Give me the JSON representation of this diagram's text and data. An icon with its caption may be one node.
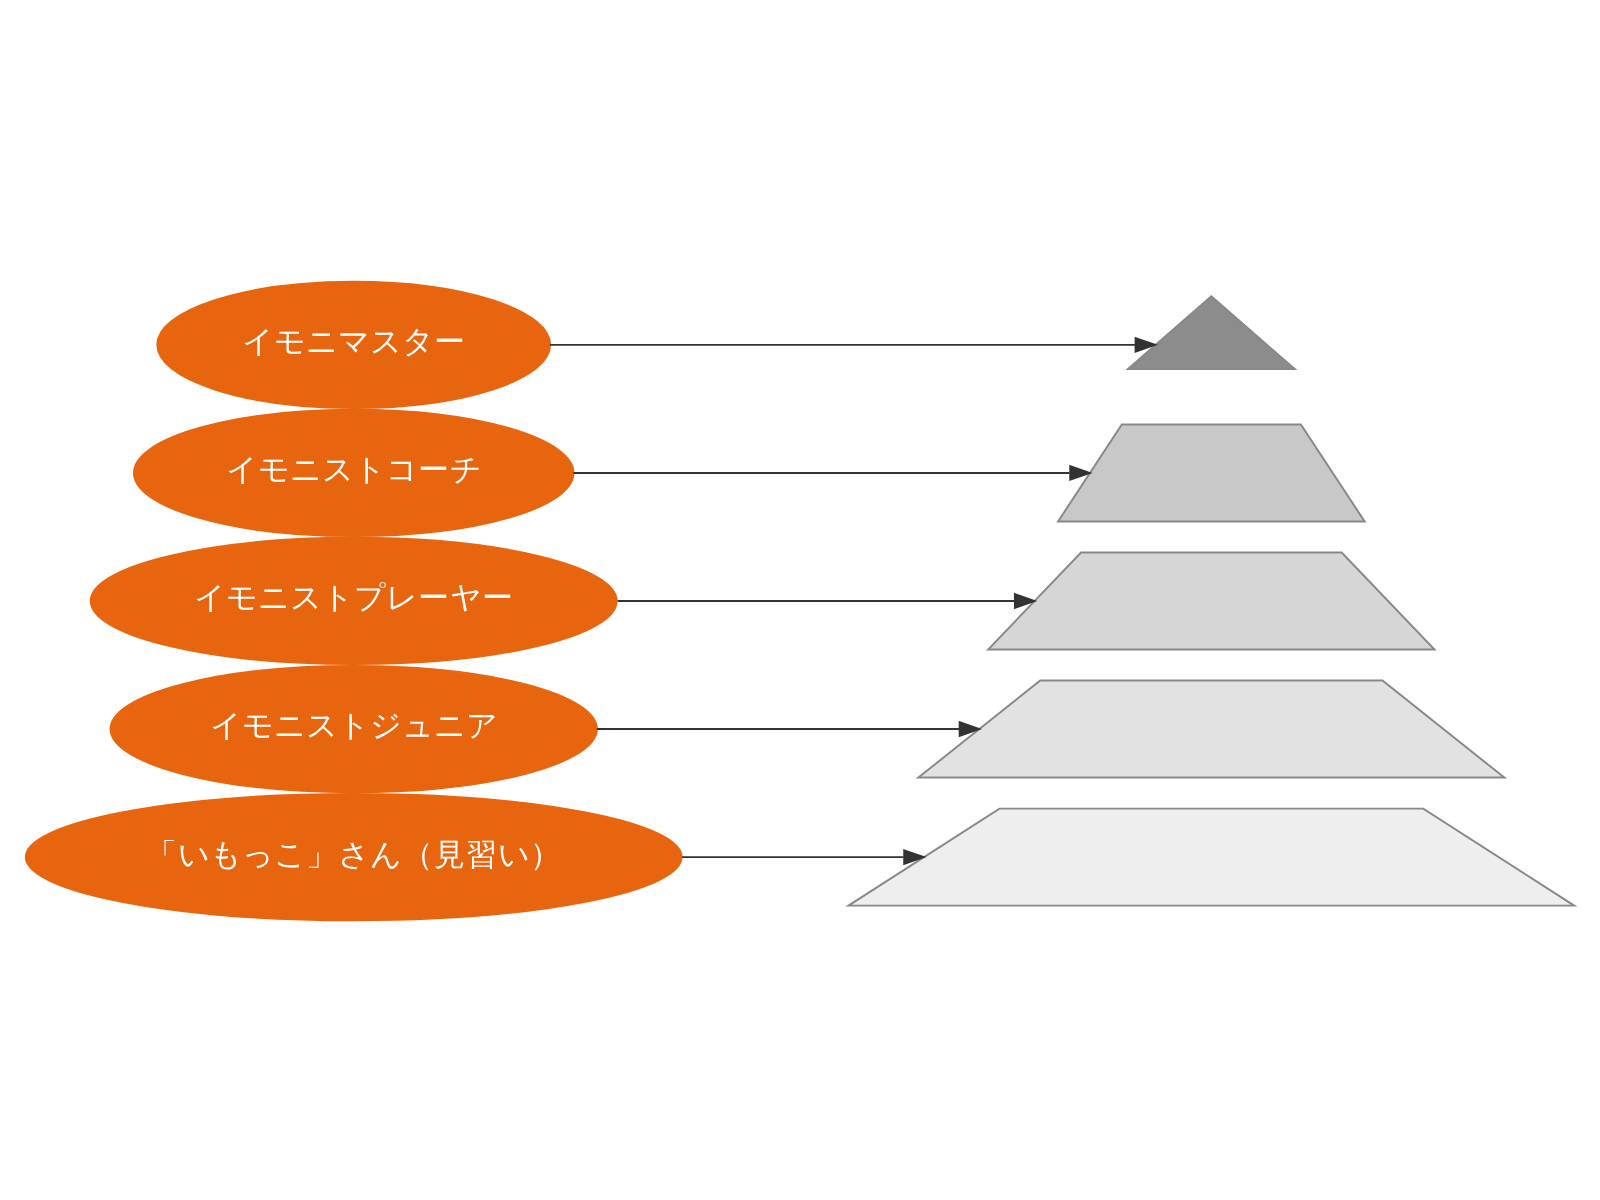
{
  "diagram": {
    "nodes": [
      {
        "text": [
          "イモニマスター"
        ]
      },
      {
        "text": [
          "イモニストコーチ"
        ]
      },
      {
        "text": [],
        "shape": "triangle"
      },
      {
        "text": [],
        "shape": "trapezoid"
      },
      {
        "text": [],
        "shape": "trapezoid"
      },
      {
        "text": [],
        "shape": "trapezoid"
      },
      {
        "text": [],
        "shape": "trapezoid"
      },
      {
        "text": [
          "イモニストプレーヤー"
        ]
      },
      {
        "text": [
          "イモニストジュニア"
        ]
      },
      {
        "text": [
          "「いもっこ」さん（見習い）"
        ]
      }
    ],
    "edges": [
      {
        "from": 0,
        "to": 2,
        "arrow": "to"
      },
      {
        "from": 1,
        "to": 3,
        "arrow": "to"
      },
      {
        "from": 7,
        "to": 4,
        "arrow": "to"
      },
      {
        "from": 8,
        "to": 5,
        "arrow": "to"
      },
      {
        "from": 9,
        "to": 6,
        "arrow": "to"
      }
    ]
  }
}
